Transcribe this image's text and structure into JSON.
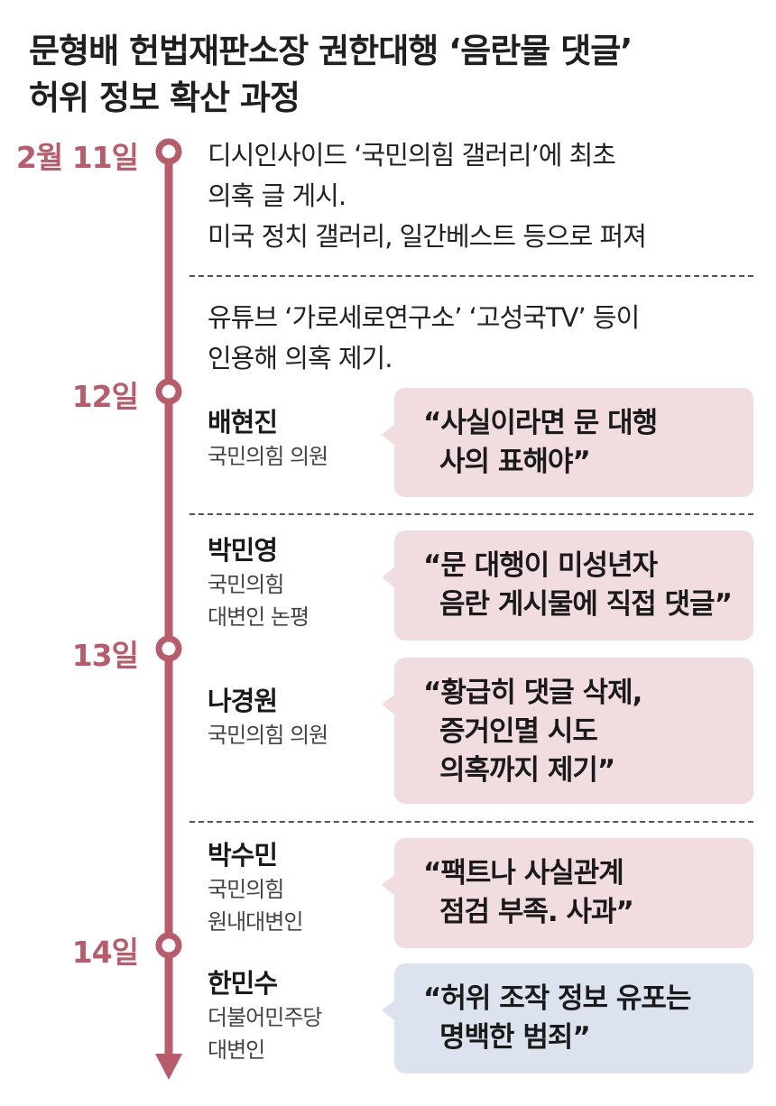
{
  "title": {
    "line1": "문형배 헌법재판소장 권한대행 ‘음란물 댓글’",
    "line2": "허위 정보 확산 과정"
  },
  "dates": [
    "2월 11일",
    "12일",
    "13일",
    "14일"
  ],
  "events": {
    "dcinside": [
      "디시인사이드 ‘국민의힘 갤러리’에 최초",
      "의혹 글 게시.",
      "미국 정치 갤러리, 일간베스트 등으로 퍼져"
    ],
    "youtube": [
      "유튜브 ‘가로세로연구소’ ‘고성국TV’ 등이",
      "인용해 의혹 제기."
    ]
  },
  "quotes": [
    {
      "name": "배현진",
      "role": [
        "국민의힘 의원"
      ],
      "quote": [
        "“사실이라면 문 대행",
        "사의 표해야”"
      ],
      "color": "#f1dde0"
    },
    {
      "name": "박민영",
      "role": [
        "국민의힘",
        "대변인 논평"
      ],
      "quote": [
        "“문 대행이 미성년자",
        "음란 게시물에 직접 댓글”"
      ],
      "color": "#f1dde0"
    },
    {
      "name": "나경원",
      "role": [
        "국민의힘 의원"
      ],
      "quote": [
        "“황급히 댓글 삭제,",
        "증거인멸 시도",
        "의혹까지 제기”"
      ],
      "color": "#f1dde0"
    },
    {
      "name": "박수민",
      "role": [
        "국민의힘",
        "원내대변인"
      ],
      "quote": [
        "“팩트나 사실관계",
        "점검 부족. 사과”"
      ],
      "color": "#f1dde0"
    },
    {
      "name": "한민수",
      "role": [
        "더불어민주당",
        "대변인"
      ],
      "quote": [
        "“허위 조작 정보 유포는",
        "명백한 범죄”"
      ],
      "color": "#dde3ee"
    }
  ],
  "colors": {
    "timeline": "#b85c6c",
    "divider": "#555555"
  }
}
